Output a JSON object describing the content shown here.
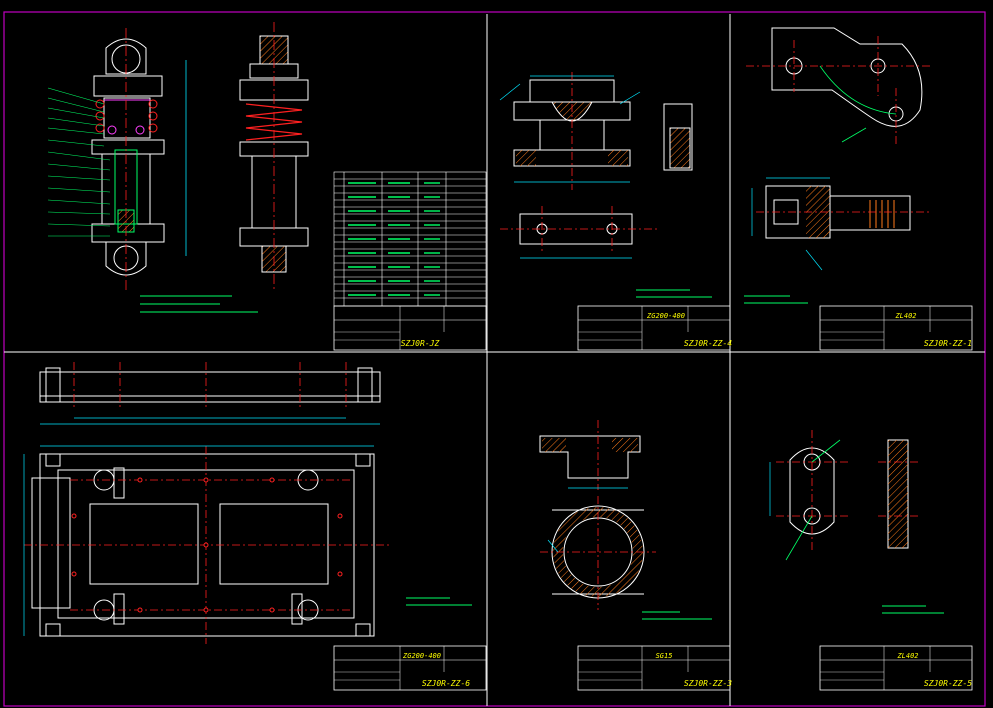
{
  "sheets": [
    {
      "id": "assembly",
      "title": "",
      "drawing_no": "SZJ0R-JZ",
      "part_no": ""
    },
    {
      "id": "sheet-2",
      "title": "",
      "drawing_no": "SZJ0R-ZZ-4",
      "part_no": "ZG200-400"
    },
    {
      "id": "sheet-3",
      "title": "",
      "drawing_no": "SZJ0R-ZZ-1",
      "part_no": "ZL402"
    },
    {
      "id": "sheet-4",
      "title": "",
      "drawing_no": "SZJ0R-ZZ-6",
      "part_no": "ZG200-400"
    },
    {
      "id": "sheet-5",
      "title": "",
      "drawing_no": "SZJ0R-ZZ-3",
      "part_no": "SG15"
    },
    {
      "id": "sheet-6",
      "title": "",
      "drawing_no": "SZJ0R-ZZ-5",
      "part_no": "ZL402"
    }
  ],
  "colors": {
    "background": "#000000",
    "sheet_border": "#c000c0",
    "outline": "#ffffff",
    "centerline": "#ff2020",
    "dimension": "#00e5ff",
    "hatch": "#ff7a1a",
    "leader": "#00ff66",
    "text": "#ffff00"
  }
}
